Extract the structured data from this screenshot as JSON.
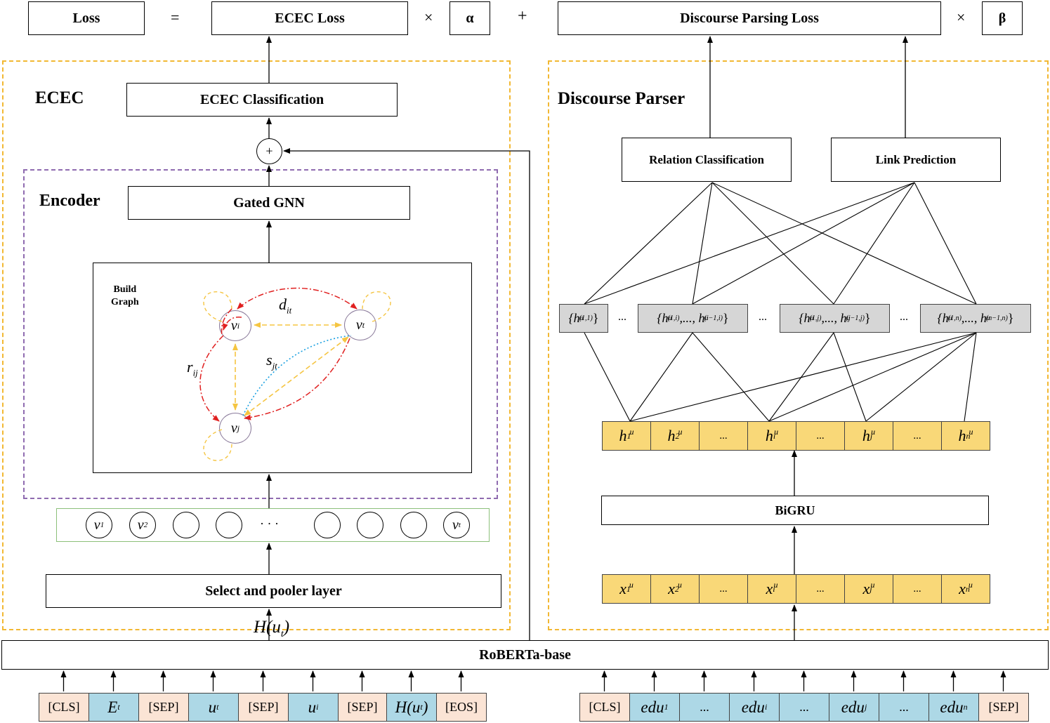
{
  "equation": {
    "loss": "Loss",
    "eq": "=",
    "ecec_loss": "ECEC Loss",
    "times1": "×",
    "alpha": "α",
    "plus": "+",
    "dp_loss": "Discourse Parsing Loss",
    "times2": "×",
    "beta": "β"
  },
  "ecec": {
    "title": "ECEC",
    "classification": "ECEC Classification",
    "plus_symbol": "+",
    "encoder_title": "Encoder",
    "gated_gnn": "Gated GNN",
    "build_graph": "Build\nGraph",
    "graph_nodes": {
      "vi": "v",
      "vi_sup": "i",
      "vt": "v",
      "vt_sup": "t",
      "vj": "v",
      "vj_sup": "j"
    },
    "edge_labels": {
      "d": "d",
      "d_sub": "it",
      "r": "r",
      "r_sub": "ij",
      "s": "s",
      "s_sub": "jt"
    },
    "node_row": [
      {
        "base": "v",
        "sup": "1"
      },
      {
        "base": "v",
        "sup": "2"
      },
      {
        "base": "",
        "sup": ""
      },
      {
        "base": "",
        "sup": ""
      },
      {
        "base": "· · ·",
        "sup": "",
        "plain": true
      },
      {
        "base": "",
        "sup": ""
      },
      {
        "base": "",
        "sup": ""
      },
      {
        "base": "",
        "sup": ""
      },
      {
        "base": "v",
        "sup": "t"
      }
    ],
    "select_pooler": "Select and pooler layer",
    "h_label": "H(u",
    "h_label_sub": "t",
    "h_label_close": ")"
  },
  "parser": {
    "title": "Discourse Parser",
    "relation": "Relation Classification",
    "link": "Link Prediction",
    "bigru": "BiGRU",
    "sets": [
      {
        "text": "{h",
        "sub": "(1,1)",
        "rest": "}"
      },
      {
        "text": "{h",
        "sub": "(1,i)",
        "rest": " ,..., h",
        "sub2": "(i−1,i)",
        "rest2": "}"
      },
      {
        "text": "{h",
        "sub": "(1,j)",
        "rest": " ,..., h",
        "sub2": "(j−1,j)",
        "rest2": "}"
      },
      {
        "text": "{h",
        "sub": "(1,n)",
        "rest": " ,..., h",
        "sub2": "(n−1,n)",
        "rest2": "}"
      }
    ],
    "ellipsis": "...",
    "h_row": [
      {
        "b": "h",
        "s": "1"
      },
      {
        "b": "h",
        "s": "2"
      },
      {
        "b": "...",
        "plain": true
      },
      {
        "b": "h",
        "s": "i"
      },
      {
        "b": "...",
        "plain": true
      },
      {
        "b": "h",
        "s": "j"
      },
      {
        "b": "...",
        "plain": true
      },
      {
        "b": "h",
        "s": "n"
      }
    ],
    "x_row": [
      {
        "b": "x",
        "s": "1"
      },
      {
        "b": "x",
        "s": "2"
      },
      {
        "b": "...",
        "plain": true
      },
      {
        "b": "x",
        "s": "i"
      },
      {
        "b": "...",
        "plain": true
      },
      {
        "b": "x",
        "s": "j"
      },
      {
        "b": "...",
        "plain": true
      },
      {
        "b": "x",
        "s": "n"
      }
    ],
    "sup": "u"
  },
  "roberta": "RoBERTa-base",
  "left_tokens": [
    {
      "text": "[CLS]",
      "color": "peach"
    },
    {
      "text": "E",
      "sub": "t",
      "color": "blue",
      "ital": true
    },
    {
      "text": "[SEP]",
      "color": "peach"
    },
    {
      "text": "u",
      "sub": "t",
      "color": "blue",
      "ital": true
    },
    {
      "text": "[SEP]",
      "color": "peach"
    },
    {
      "text": "u",
      "sub": "i",
      "color": "blue",
      "ital": true
    },
    {
      "text": "[SEP]",
      "color": "peach"
    },
    {
      "text": "H(u",
      "sub": "t",
      "close": ")",
      "color": "blue",
      "ital": true
    },
    {
      "text": "[EOS]",
      "color": "peach"
    }
  ],
  "right_tokens": [
    {
      "text": "[CLS]",
      "color": "peach"
    },
    {
      "text": "edu",
      "sub": "1",
      "color": "blue",
      "ital": true
    },
    {
      "text": "...",
      "color": "blue"
    },
    {
      "text": "edu",
      "sub": "i",
      "color": "blue",
      "ital": true
    },
    {
      "text": "...",
      "color": "blue"
    },
    {
      "text": "edu",
      "sub": "j",
      "color": "blue",
      "ital": true
    },
    {
      "text": "...",
      "color": "blue"
    },
    {
      "text": "edu",
      "sub": "n",
      "color": "blue",
      "ital": true
    },
    {
      "text": "[SEP]",
      "color": "peach"
    }
  ],
  "colors": {
    "yellow_dash": "#f2b833",
    "purple_dash": "#8f6bb0",
    "green_box": "#8cc07a",
    "red_edge": "#e02020",
    "blue_edge": "#1aa0e0",
    "yellow_edge": "#f5c542"
  }
}
